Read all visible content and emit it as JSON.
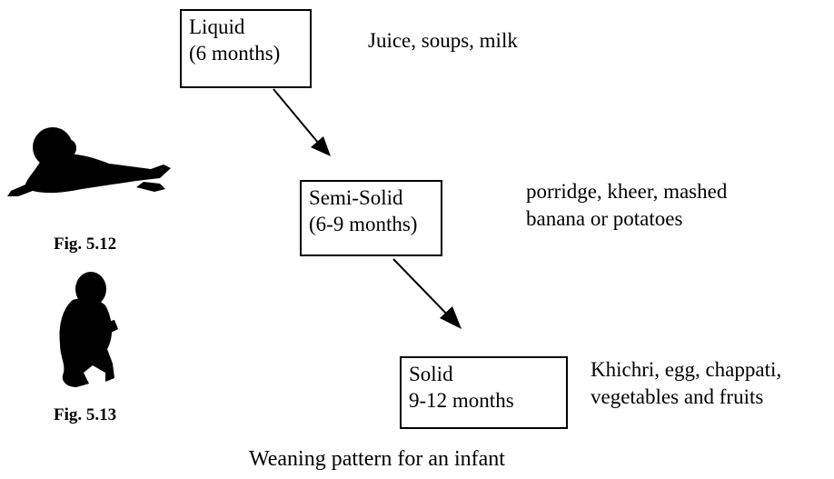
{
  "stages": [
    {
      "name": "Liquid",
      "age": "(6 months)",
      "foods": [
        "Juice, soups, milk"
      ]
    },
    {
      "name": "Semi-Solid",
      "age": "(6-9 months)",
      "foods": [
        "porridge, kheer, mashed",
        "banana or potatoes"
      ]
    },
    {
      "name": "Solid",
      "age": "9-12 months",
      "foods": [
        "Khichri, egg, chappati,",
        "vegetables and fruits"
      ]
    }
  ],
  "figures": [
    {
      "label": "Fig. 5.12",
      "icon": "lying-baby-silhouette-icon"
    },
    {
      "label": "Fig. 5.13",
      "icon": "sitting-baby-silhouette-icon"
    }
  ],
  "caption": "Weaning pattern for an infant",
  "colors": {
    "line": "#000000",
    "background": "#ffffff"
  }
}
